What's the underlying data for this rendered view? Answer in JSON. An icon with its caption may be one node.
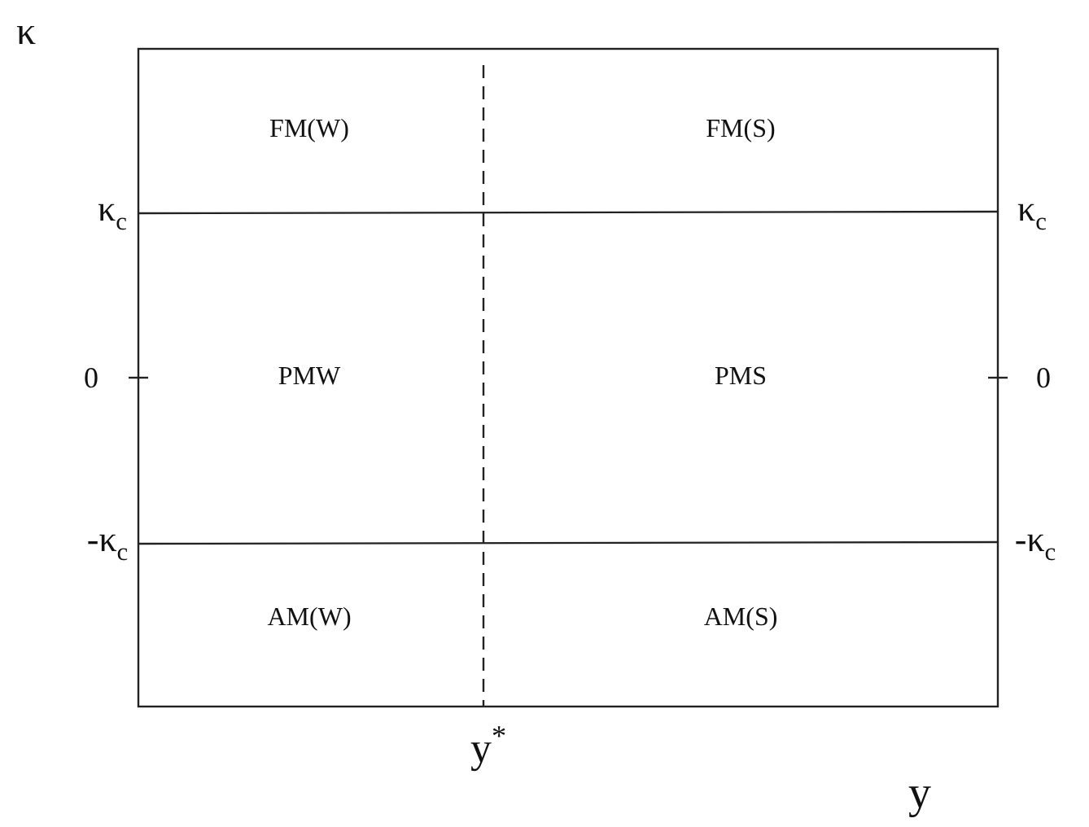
{
  "diagram": {
    "labels": [
      "κ",
      "FM(W)",
      "FM(S)",
      "κ$_{c}$",
      "κ$_{c}$",
      "0",
      "PMW",
      "PMS",
      "0",
      "-κ$_{c}$",
      "-κ$_{c}$",
      "AM(W)",
      "AM(S)",
      "y$^{*}$",
      "y"
    ]
  }
}
